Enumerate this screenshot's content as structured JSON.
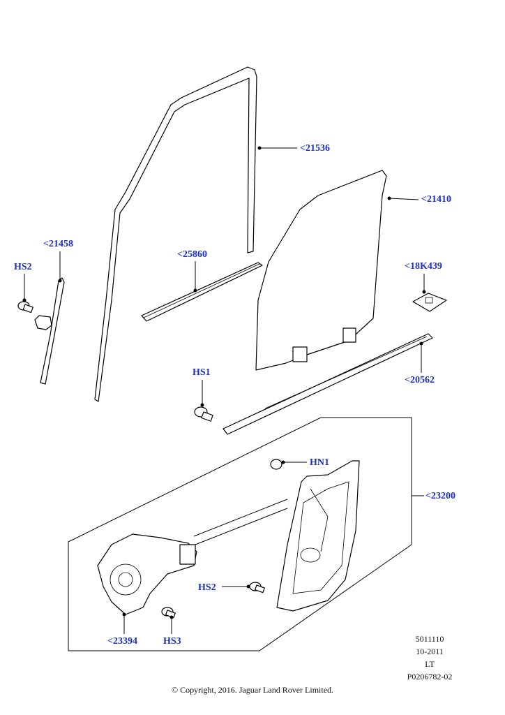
{
  "callouts": {
    "seal_upper": "<21536",
    "glass": "<21410",
    "seal_front": "<21458",
    "hs2_left": "HS2",
    "belt_inner": "<25860",
    "grommet": "<18K439",
    "hs1": "HS1",
    "belt_outer": "<20562",
    "hn1": "HN1",
    "regulator": "<23200",
    "hs2_lower": "HS2",
    "motor": "<23394",
    "hs3": "HS3"
  },
  "footer": {
    "code1": "5011110",
    "date": "10-2011",
    "variant": "LT",
    "ref": "P0206782-02",
    "copyright": "© Copyright, 2016. Jaguar Land Rover Limited."
  },
  "colors": {
    "callout": "#1a2fc4",
    "line": "#000000"
  }
}
